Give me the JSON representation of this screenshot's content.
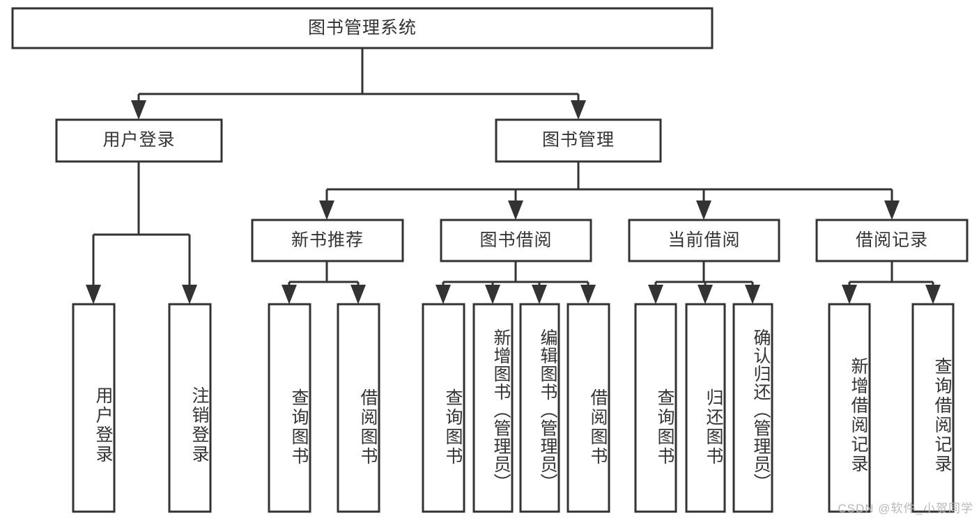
{
  "diagram": {
    "title": "图书管理系统",
    "type": "tree-hierarchy-chart",
    "root": {
      "label": "图书管理系统"
    },
    "level2": [
      {
        "label": "用户登录"
      },
      {
        "label": "图书管理"
      }
    ],
    "level3": [
      {
        "label": "新书推荐"
      },
      {
        "label": "图书借阅"
      },
      {
        "label": "当前借阅"
      },
      {
        "label": "借阅记录"
      }
    ],
    "leaves": {
      "user_login": [
        {
          "label": "用户登录"
        },
        {
          "label": "注销登录"
        }
      ],
      "new_book_recommend": [
        {
          "label": "查询图书"
        },
        {
          "label": "借阅图书"
        }
      ],
      "book_borrow": [
        {
          "label": "查询图书"
        },
        {
          "label": "新增图书（管理员）"
        },
        {
          "label": "编辑图书（管理员）"
        },
        {
          "label": "借阅图书"
        }
      ],
      "current_borrow": [
        {
          "label": "查询图书"
        },
        {
          "label": "归还图书"
        },
        {
          "label": "确认归还（管理员）"
        }
      ],
      "borrow_record": [
        {
          "label": "新增借阅记录"
        },
        {
          "label": "查询借阅记录"
        }
      ]
    }
  },
  "watermark": {
    "text": "CSDN @软件_小贺同学"
  },
  "colors": {
    "stroke": "#333333",
    "fill": "#ffffff",
    "text": "#333333",
    "watermark": "#b9b9b9"
  }
}
